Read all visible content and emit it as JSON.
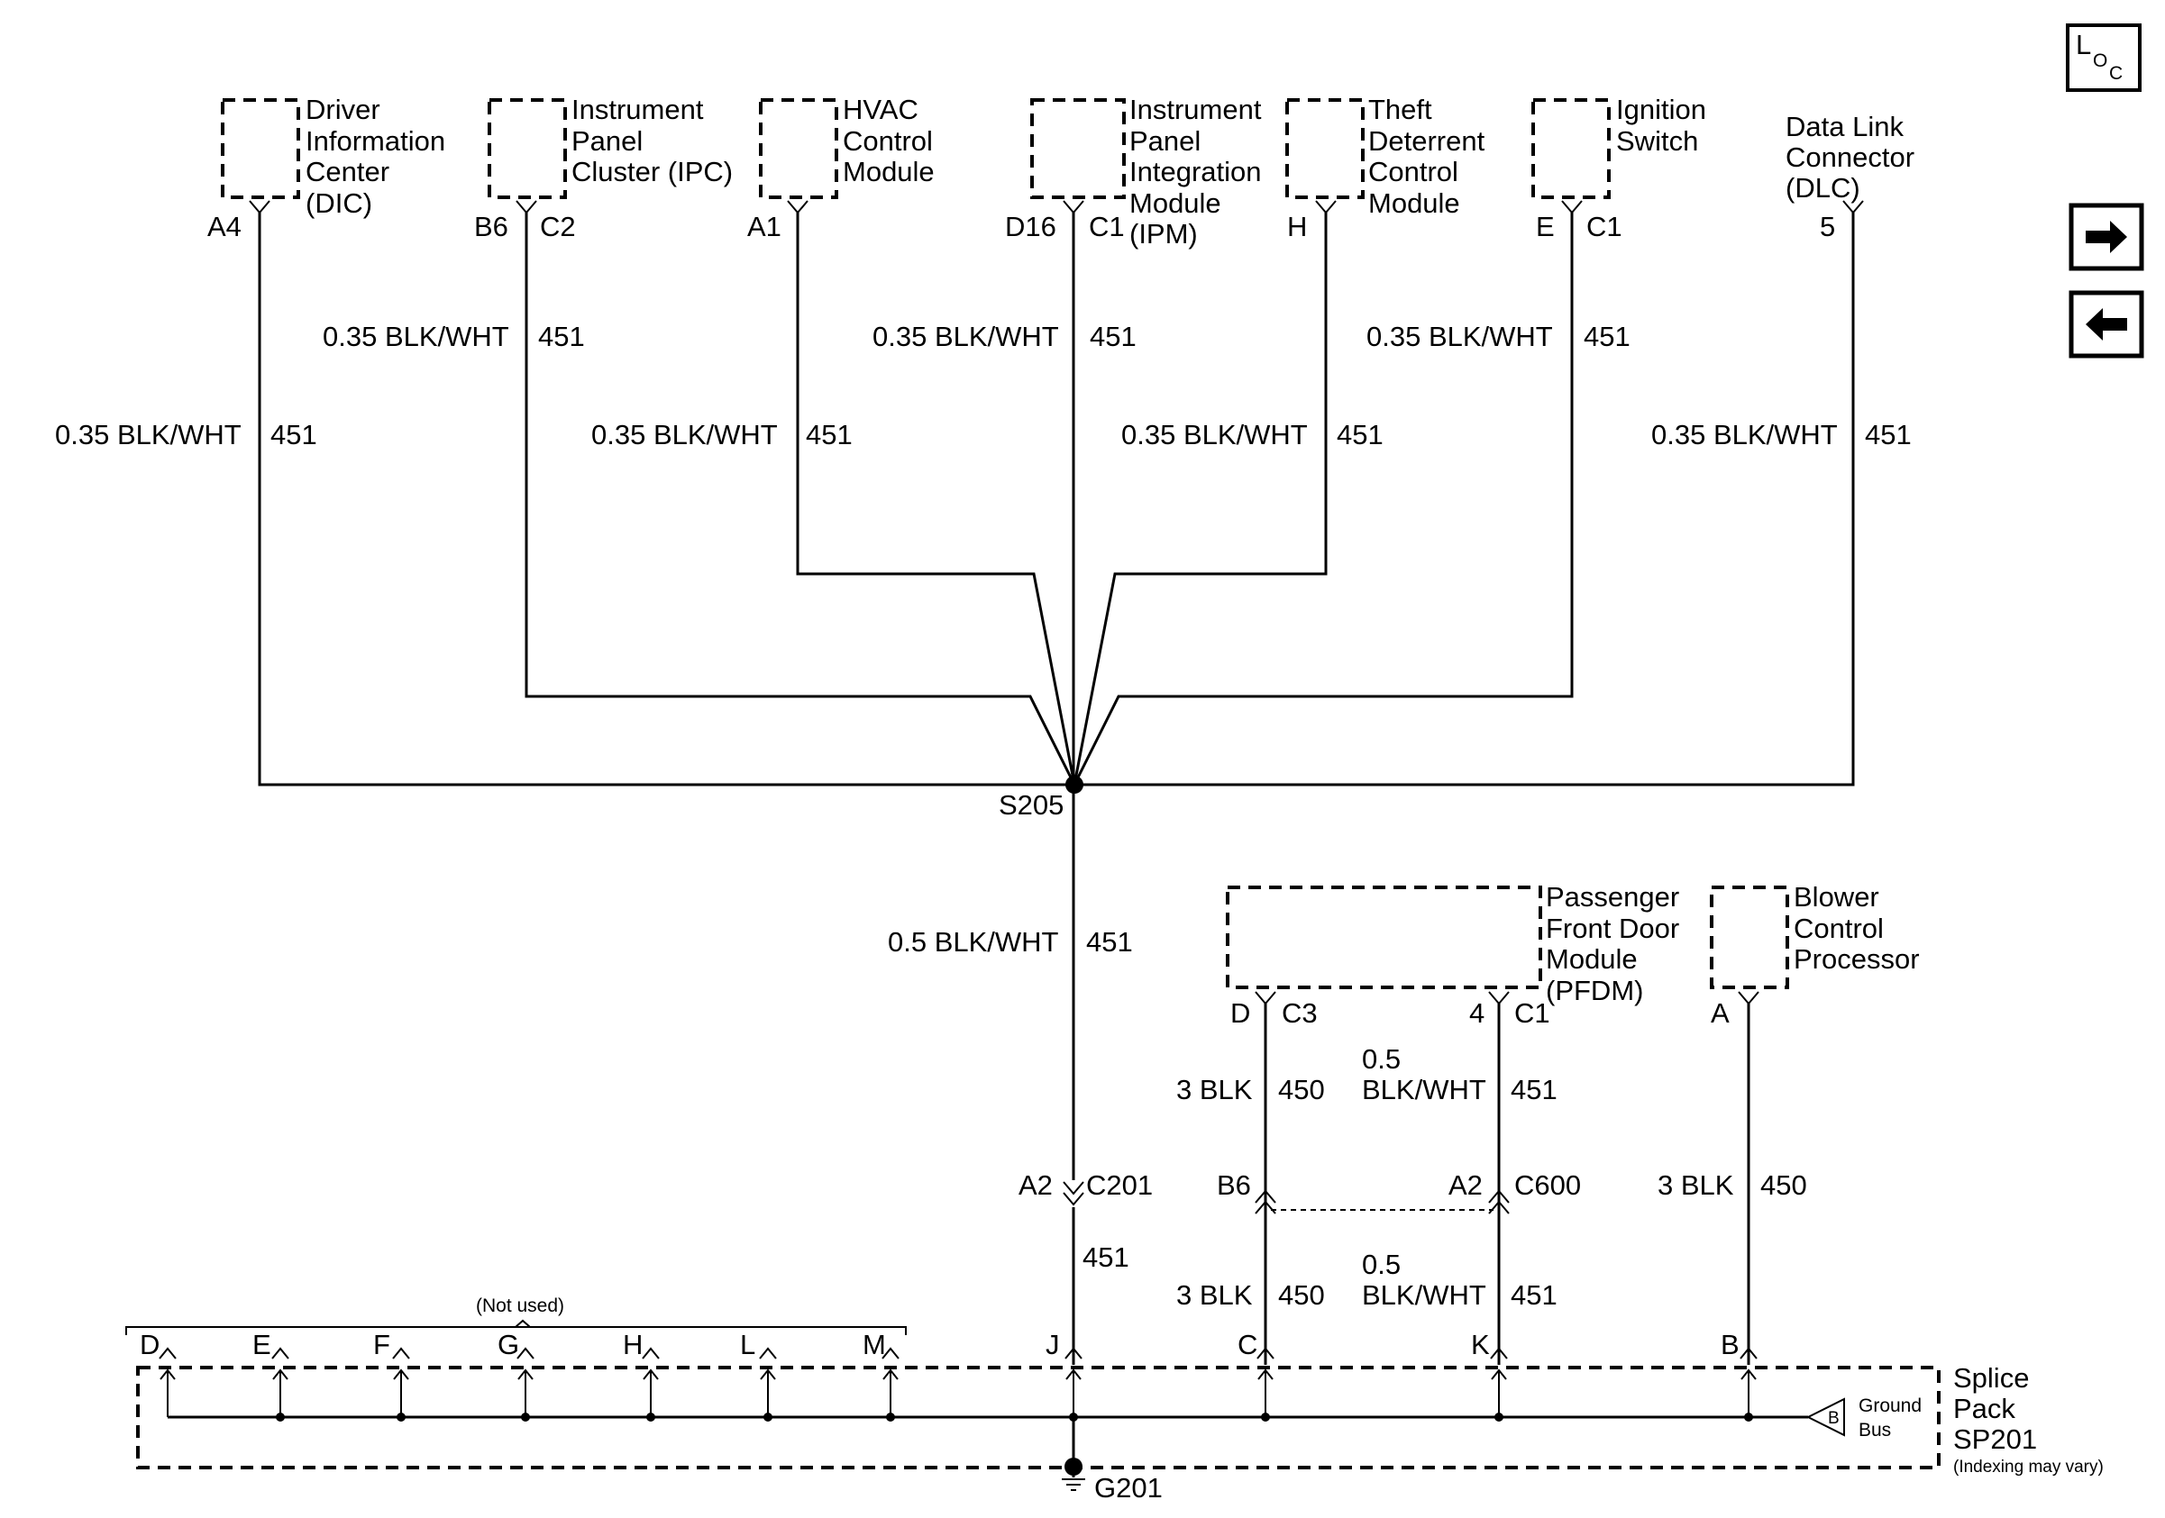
{
  "components": {
    "dic": [
      "Driver",
      "Information",
      "Center",
      "(DIC)"
    ],
    "ipc": [
      "Instrument",
      "Panel",
      "Cluster (IPC)"
    ],
    "hvac": [
      "HVAC",
      "Control",
      "Module"
    ],
    "ipm": [
      "Instrument",
      "Panel",
      "Integration",
      "Module",
      "(IPM)"
    ],
    "theft": [
      "Theft",
      "Deterrent",
      "Control",
      "Module"
    ],
    "ignition": [
      "Ignition",
      "Switch"
    ],
    "dlc": [
      "Data Link",
      "Connector",
      "(DLC)"
    ],
    "pfdm": [
      "Passenger",
      "Front Door",
      "Module",
      "(PFDM)"
    ],
    "blower": [
      "Blower",
      "Control",
      "Processor"
    ],
    "splice_pack": [
      "Splice",
      "Pack",
      "SP201"
    ],
    "splice_pack_note": "(Indexing may vary)",
    "ground_bus": [
      "Ground",
      "Bus"
    ],
    "ground_bus_letter": "B",
    "not_used": "(Not used)"
  },
  "pins": {
    "dic": "A4",
    "ipc_pin": "B6",
    "ipc_conn": "C2",
    "hvac": "A1",
    "ipm_pin": "D16",
    "ipm_conn": "C1",
    "theft": "H",
    "ign_pin": "E",
    "ign_conn": "C1",
    "dlc": "5",
    "pfdm_left_pin": "D",
    "pfdm_left_conn": "C3",
    "pfdm_right_pin": "4",
    "pfdm_right_conn": "C1",
    "blower": "A",
    "c201_pin": "A2",
    "c201_conn": "C201",
    "c600_left": "B6",
    "c600_right": "A2",
    "c600_conn": "C600"
  },
  "wires": {
    "spec_035": "0.35 BLK/WHT",
    "ckt_451": "451",
    "spec_05": "0.5 BLK/WHT",
    "spec_05_top": "0.5",
    "spec_bw": "BLK/WHT",
    "spec_3blk": "3 BLK",
    "ckt_450": "450"
  },
  "splice": {
    "s205": "S205",
    "g201": "G201"
  },
  "sp201_pins": [
    "D",
    "E",
    "F",
    "G",
    "H",
    "L",
    "M",
    "J",
    "C",
    "K",
    "B"
  ],
  "nav": {
    "loc": [
      "L",
      "O",
      "C"
    ]
  }
}
